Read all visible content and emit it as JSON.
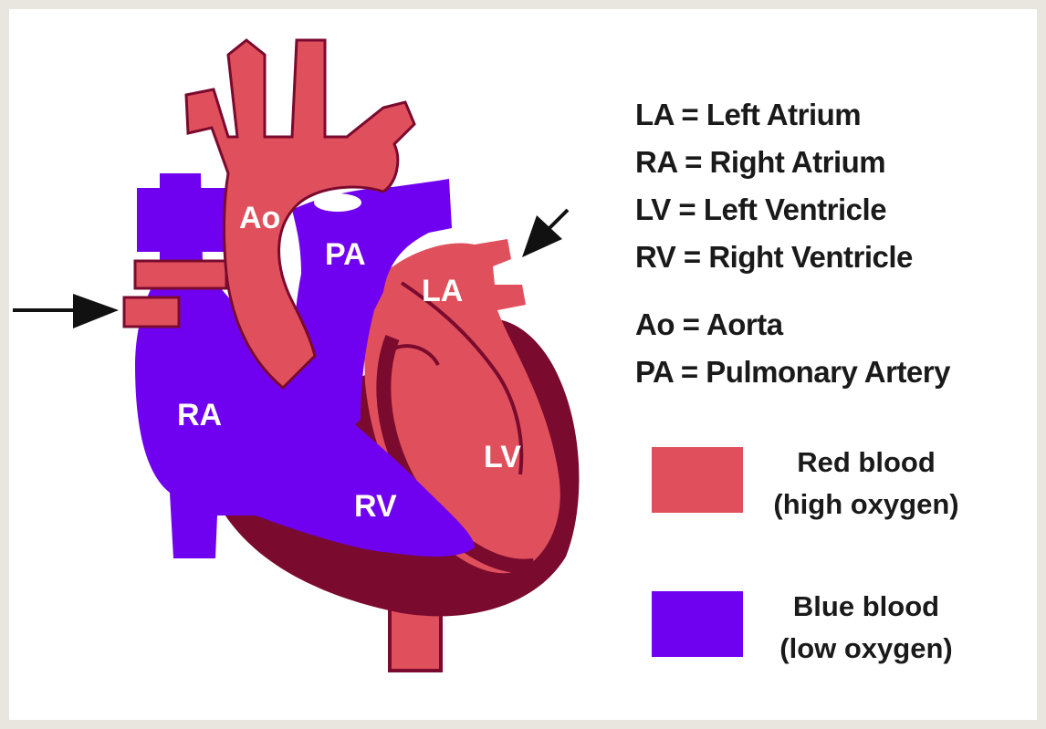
{
  "heart_labels": {
    "ao": "Ao",
    "pa": "PA",
    "la": "LA",
    "ra": "RA",
    "rv": "RV",
    "lv": "LV"
  },
  "legend": {
    "abbreviations": [
      "LA = Left Atrium",
      "RA = Right Atrium",
      "LV = Left Ventricle",
      "RV = Right Ventricle"
    ],
    "vessels": [
      "Ao = Aorta",
      "PA = Pulmonary Artery"
    ]
  },
  "key": {
    "red": {
      "line1": "Red blood",
      "line2": "(high oxygen)",
      "color": "#e0505c"
    },
    "blue": {
      "line1": "Blue blood",
      "line2": "(low oxygen)",
      "color": "#7000f0"
    }
  },
  "colors": {
    "red_blood": "#e0505c",
    "blue_blood": "#7000f0",
    "muscle": "#7a0a2e",
    "arrow": "#111111"
  }
}
